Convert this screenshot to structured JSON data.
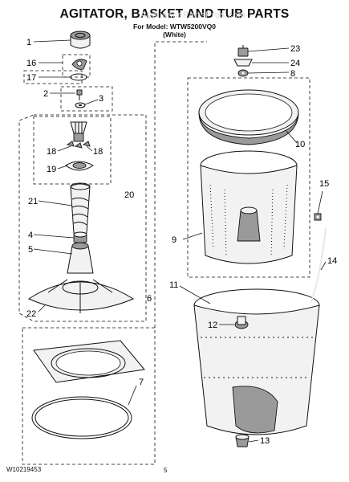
{
  "header": {
    "title": "AGITATOR, BASKET AND TUB PARTS",
    "model_line": "For Model: WTW5200VQ0",
    "color_line": "(White)",
    "watermark": "AppliancePartsPros.com"
  },
  "callouts": {
    "c1": "1",
    "c2": "2",
    "c3": "3",
    "c4": "4",
    "c5": "5",
    "c6": "6",
    "c7": "7",
    "c8": "8",
    "c9": "9",
    "c10": "10",
    "c11": "11",
    "c12": "12",
    "c13": "13",
    "c14": "14",
    "c15": "15",
    "c16": "16",
    "c17": "17",
    "c18a": "18",
    "c18b": "18",
    "c19": "19",
    "c20": "20",
    "c21": "21",
    "c22": "22",
    "c23": "23",
    "c24": "24"
  },
  "footer": {
    "doc_number": "W10219453",
    "page_number": "5"
  }
}
